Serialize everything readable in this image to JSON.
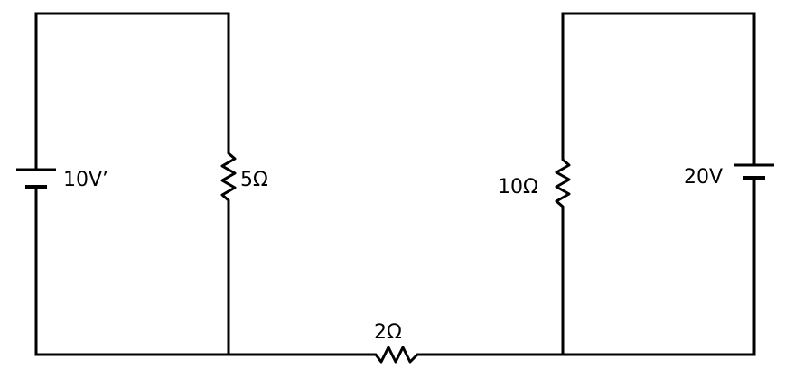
{
  "circuit": {
    "left_battery": {
      "label": "10V’"
    },
    "right_battery": {
      "label": "20V"
    },
    "resistor_left": {
      "label": "5Ω"
    },
    "resistor_right": {
      "label": "10Ω"
    },
    "resistor_bottom": {
      "label": "2Ω"
    }
  }
}
